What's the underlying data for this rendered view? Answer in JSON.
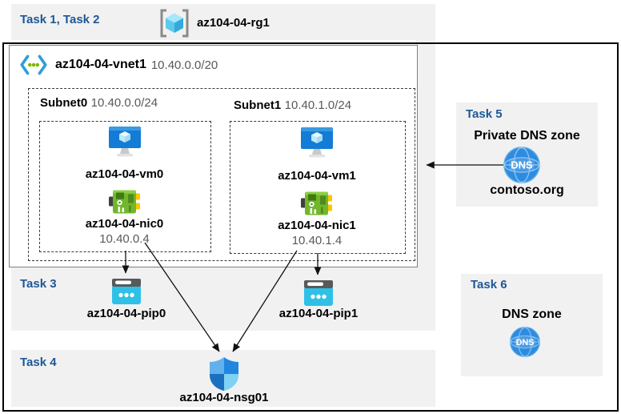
{
  "header": {
    "tasks_label": "Task 1, Task 2",
    "resource_group": "az104-04-rg1"
  },
  "vnet": {
    "name": "az104-04-vnet1",
    "cidr": "10.40.0.0/20",
    "subnets": [
      {
        "name": "Subnet0",
        "cidr": "10.40.0.0/24",
        "vm": "az104-04-vm0",
        "nic": "az104-04-nic0",
        "nic_ip": "10.40.0.4"
      },
      {
        "name": "Subnet1",
        "cidr": "10.40.1.0/24",
        "vm": "az104-04-vm1",
        "nic": "az104-04-nic1",
        "nic_ip": "10.40.1.4"
      }
    ]
  },
  "task3": {
    "label": "Task 3",
    "pip0": "az104-04-pip0",
    "pip1": "az104-04-pip1"
  },
  "task4": {
    "label": "Task 4",
    "nsg": "az104-04-nsg01"
  },
  "task5": {
    "label": "Task 5",
    "title": "Private DNS zone",
    "zone_name": "contoso.org",
    "icon_text": "DNS"
  },
  "task6": {
    "label": "Task 6",
    "title": "DNS zone",
    "icon_text": "DNS"
  },
  "colors": {
    "band_bg": "#f1f1f1",
    "task_label_text": "#1d5796",
    "muted_text": "#595959",
    "frame_border": "#000000",
    "vm_blue": "#127cd6",
    "nic_green": "#72b62c",
    "pip_cyan": "#2fc0e8",
    "dns_blue": "#2e8ce0"
  }
}
